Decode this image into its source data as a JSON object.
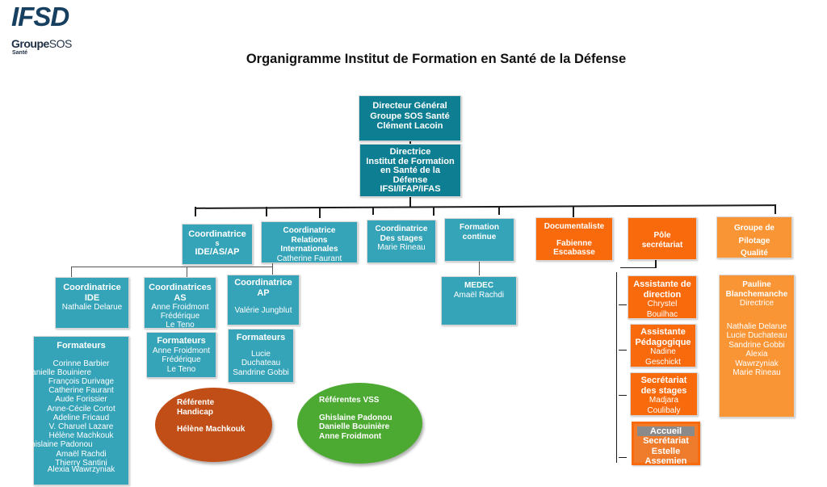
{
  "logo": {
    "brand": "IFSD",
    "group_bold": "Groupe",
    "group_light": "SOS",
    "group_sub": "Santé"
  },
  "title": "Organigramme Institut de Formation en Santé de la Défense",
  "colors": {
    "teal_dark": "#0e7e93",
    "teal": "#35a3b8",
    "orange": "#f86a0b",
    "orange_light": "#fa9535",
    "brown_oval": "#c04e16",
    "green_oval": "#4caa33",
    "grey_header": "#8a8a8a"
  },
  "top": {
    "directeur": [
      "Directeur Général",
      "Groupe SOS Santé",
      "Clément Lacoin"
    ],
    "directrice": [
      "Directrice",
      "Institut de Formation",
      "en Santé de la",
      "Défense",
      "IFSI/IFAP/IFAS"
    ]
  },
  "level2": {
    "coord_ide_as_ap": {
      "title": [
        "Coordinatrice",
        "s",
        "IDE/AS/AP"
      ]
    },
    "coord_ri": {
      "title": [
        "Coordinatrice",
        "Relations",
        "Internationales"
      ],
      "name": "Catherine Faurant"
    },
    "coord_stages": {
      "title": [
        "Coordinatrice",
        "Des stages"
      ],
      "name": "Marie Rineau"
    },
    "formation_continue": {
      "title": [
        "Formation",
        "continue"
      ]
    },
    "documentaliste": {
      "title": "Documentaliste",
      "name": [
        "Fabienne",
        "Escabasse"
      ]
    },
    "pole_secretariat": {
      "title": [
        "Pôle",
        "secrétariat"
      ]
    },
    "groupe_pilotage": {
      "title": [
        "Groupe de",
        "Pilotage",
        "Qualité"
      ]
    }
  },
  "level3": {
    "coord_ide": {
      "title": [
        "Coordinatrice",
        "IDE"
      ],
      "name": "Nathalie Delarue"
    },
    "coord_as": {
      "title": [
        "Coordinatrices",
        "AS"
      ],
      "names": [
        "Anne Froidmont",
        "Frédérique",
        "Le Teno"
      ]
    },
    "coord_ap": {
      "title": [
        "Coordinatrice",
        "AP"
      ],
      "name": "Valérie Jungblut"
    },
    "medec": {
      "title": "MEDEC",
      "name": "Amaël Rachdi"
    },
    "pilotage_members": {
      "lead": [
        "Pauline",
        "Blanchemanche"
      ],
      "lead_role": "Directrice",
      "members": [
        "Nathalie Delarue",
        "Lucie Duchateau",
        "Sandrine Gobbi",
        "Alexia",
        "Wawrzyniak",
        "Marie Rineau"
      ]
    }
  },
  "formateurs_ide": {
    "title": "Formateurs",
    "names": [
      "Corinne Barbier",
      "Danielle Bouiniere",
      "François Durivage",
      "Catherine Faurant",
      "Aude Forissier",
      "Anne-Cécile Cortot",
      "Adeline Fricaud",
      "V. Charuel Lazare",
      "Hélène Machkouk",
      "Ghislaine Padonou",
      "Amaël Rachdi",
      "Thierry Santini",
      "Alexia Wawrzyniak"
    ]
  },
  "formateurs_as": {
    "title": "Formateurs",
    "names": [
      "Anne Froidmont",
      "Frédérique",
      "Le Teno"
    ]
  },
  "formateurs_ap": {
    "title": "Formateurs",
    "names": [
      "Lucie",
      "Duchateau",
      "Sandrine Gobbi"
    ]
  },
  "secretariat": {
    "assistante_direction": {
      "title": [
        "Assistante de",
        "direction"
      ],
      "name": [
        "Chrystel",
        "Bouilhac"
      ]
    },
    "assistante_pedagogique": {
      "title": [
        "Assistante",
        "Pédagogique"
      ],
      "name": [
        "Nadine",
        "Geschickt"
      ]
    },
    "secretariat_stages": {
      "title": [
        "Secrétariat",
        "des stages"
      ],
      "name": [
        "Madjara",
        "Coulibaly"
      ]
    },
    "accueil": {
      "header": "Accueil",
      "lines": [
        "Secrétariat",
        "Estelle",
        "Assemien"
      ]
    }
  },
  "referents": {
    "handicap": {
      "title": [
        "Référente",
        "Handicap"
      ],
      "name": "Hélène Machkouk"
    },
    "vss": {
      "title": "Référentes VSS",
      "names": [
        "Ghislaine Padonou",
        "Danielle Bouinière",
        "Anne Froidmont"
      ]
    }
  }
}
